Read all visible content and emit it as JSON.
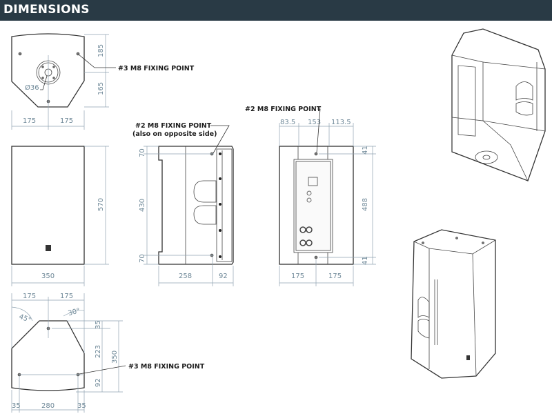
{
  "header": {
    "title": "DIMENSIONS"
  },
  "top_view": {
    "dims": {
      "height_upper": "185",
      "height_lower": "165",
      "width_left": "175",
      "width_right": "175",
      "diameter": "Ø36"
    },
    "callout": "#3 M8 FIXING POINT"
  },
  "front_view": {
    "dims": {
      "height": "570",
      "width": "350"
    }
  },
  "side_view": {
    "callout_line1": "#2 M8 FIXING POINT",
    "callout_line2": "(also on opposite side)",
    "dims": {
      "top": "70",
      "middle": "430",
      "bottom": "70",
      "depth_main": "258",
      "depth_rail": "92"
    }
  },
  "rear_view": {
    "callout": "#2 M8 FIXING POINT",
    "dims": {
      "top_left": "83.5",
      "top_mid": "153",
      "top_right": "113.5",
      "right_top": "41",
      "right_mid": "488",
      "right_bottom": "41",
      "bottom_left": "175",
      "bottom_right": "175"
    }
  },
  "bottom_view": {
    "callout": "#3 M8 FIXING POINT",
    "dims": {
      "width_left": "175",
      "width_right": "175",
      "angle_left": "45°",
      "angle_right": "30°",
      "d1": "35",
      "d2": "223",
      "d3": "92",
      "total": "350",
      "b_left": "35",
      "b_mid": "280",
      "b_right": "35"
    }
  }
}
